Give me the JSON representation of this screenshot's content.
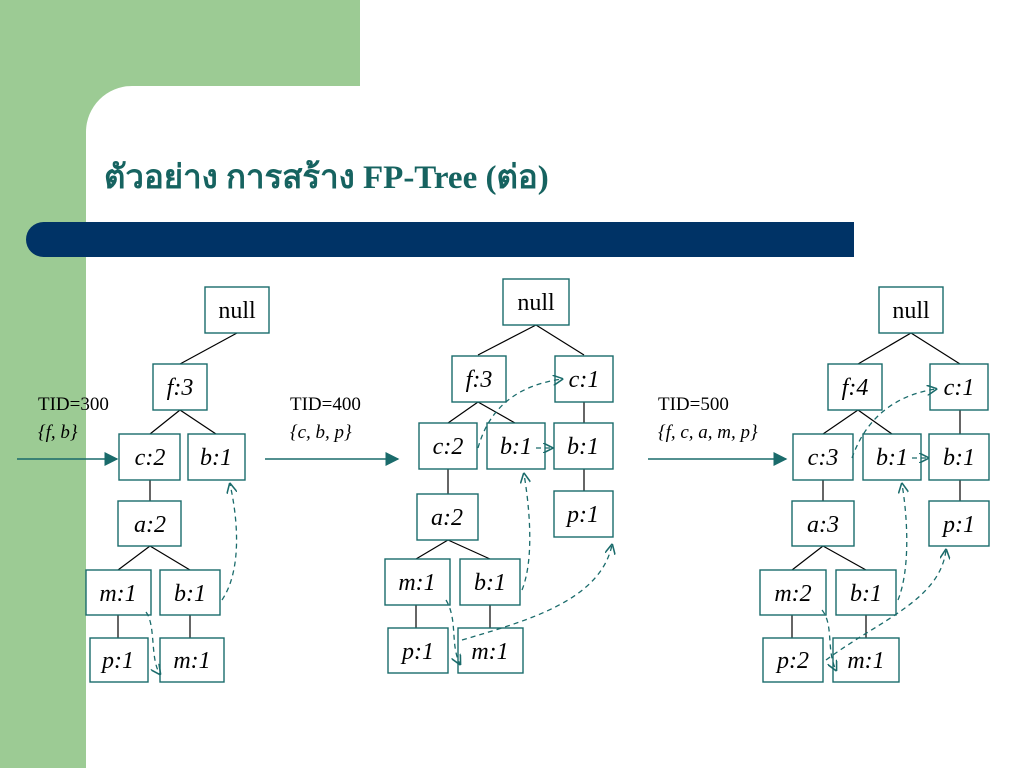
{
  "title": {
    "text": "ตัวอย่าง การสร้าง FP-Tree (ต่อ)"
  },
  "transactions": [
    {
      "tid": "TID=300",
      "items": "{f, b}"
    },
    {
      "tid": "TID=400",
      "items": "{c, b, p}"
    },
    {
      "tid": "TID=500",
      "items": "{f, c, a, m, p}"
    }
  ],
  "trees": [
    {
      "nodes": {
        "null": "null",
        "f": "f:3",
        "c": "c:2",
        "b": "b:1",
        "a": "a:2",
        "m": "m:1",
        "b2": "b:1",
        "p": "p:1",
        "m2": "m:1"
      }
    },
    {
      "nodes": {
        "null": "null",
        "f": "f:3",
        "c_root": "c:1",
        "c": "c:2",
        "b": "b:1",
        "b_c": "b:1",
        "p_c": "p:1",
        "a": "a:2",
        "m": "m:1",
        "b2": "b:1",
        "p": "p:1",
        "m2": "m:1"
      }
    },
    {
      "nodes": {
        "null": "null",
        "f": "f:4",
        "c_root": "c:1",
        "c": "c:3",
        "b": "b:1",
        "b_c": "b:1",
        "p_c": "p:1",
        "a": "a:3",
        "m": "m:2",
        "b2": "b:1",
        "p": "p:2",
        "m2": "m:1"
      }
    }
  ],
  "colors": {
    "green_panel": "#9ccb94",
    "band": "#003366",
    "title": "#166360",
    "node_border": "#1a6b6b"
  }
}
